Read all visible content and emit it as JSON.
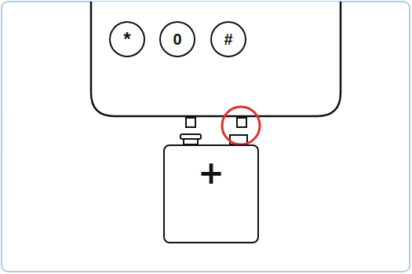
{
  "diagram": {
    "nodes": [
      {
        "text": [
          "*"
        ]
      },
      {
        "text": [
          "0"
        ]
      },
      {
        "text": [
          "#"
        ]
      },
      {
        "text": [
          "+"
        ]
      }
    ]
  }
}
